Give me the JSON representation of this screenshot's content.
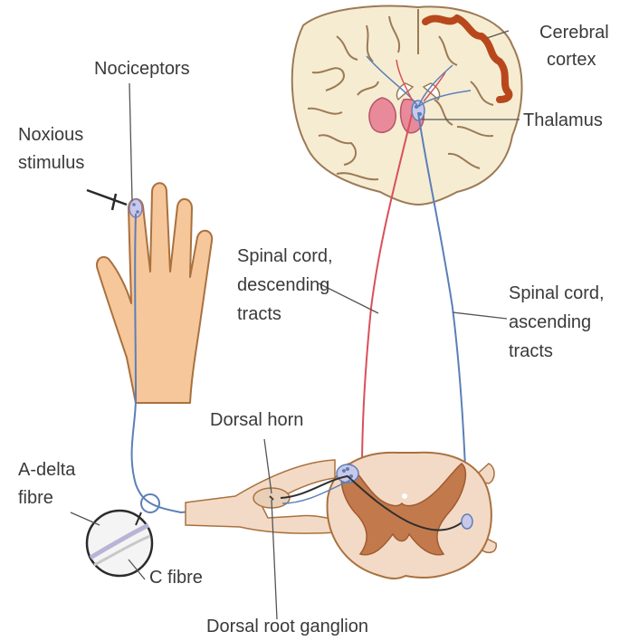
{
  "labels": {
    "cerebral_cortex": [
      "Cerebral",
      "cortex"
    ],
    "thalamus": "Thalamus",
    "nociceptors": "Nociceptors",
    "noxious_stimulus": [
      "Noxious",
      "stimulus"
    ],
    "spinal_descending": [
      "Spinal cord,",
      "descending",
      "tracts"
    ],
    "spinal_ascending": [
      "Spinal cord,",
      "ascending",
      "tracts"
    ],
    "dorsal_horn": "Dorsal horn",
    "a_delta": [
      "A-delta",
      "fibre"
    ],
    "c_fibre": "C fibre",
    "dorsal_root_ganglion": "Dorsal root ganglion"
  },
  "colors": {
    "ascending_pathway": "#5b7fb8",
    "descending_pathway": "#d9505a",
    "cortex": "#b8481c",
    "brain_fill": "#f6ecd2",
    "thalamus": "#e98a9a",
    "skin": "#f6c79a",
    "grey_matter": "#c27a4c",
    "spinal_white_matter": "#f3dac6"
  }
}
